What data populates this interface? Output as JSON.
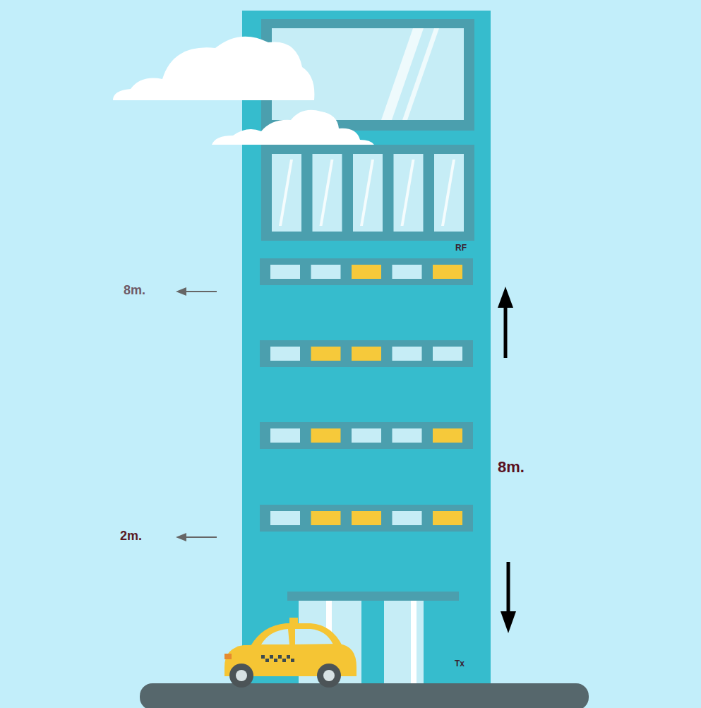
{
  "diagram": {
    "labels": [
      "RF",
      "8m.",
      "8m.",
      "2m.",
      "Tx"
    ]
  }
}
